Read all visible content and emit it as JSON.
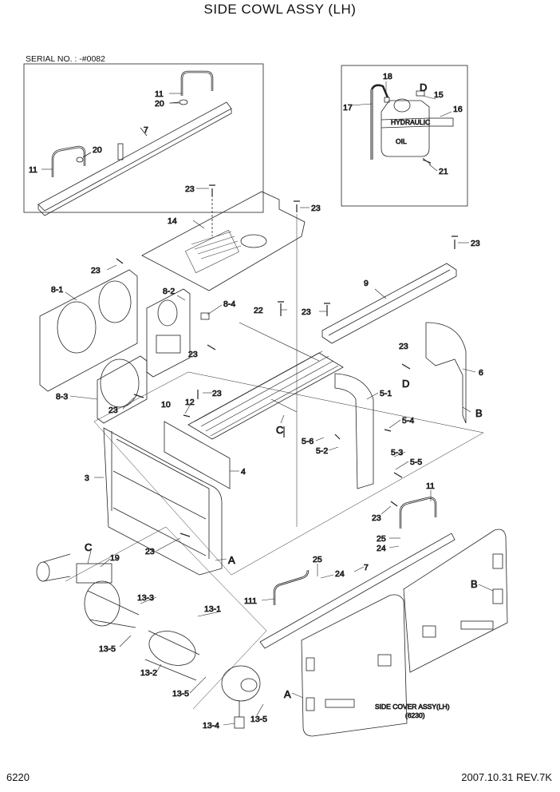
{
  "title": "SIDE COWL ASSY (LH)",
  "serial": "SERIAL NO. : -#0082",
  "page_number": "6220",
  "date_rev": "2007.10.31  REV.7K",
  "note_side_cover": "SIDE COVER ASSY(LH)",
  "note_side_cover_ref": "(6230)",
  "tank_labels": [
    "HYDRAULIC",
    "OIL"
  ],
  "callouts": [
    "11",
    "20",
    "7",
    "20",
    "11",
    "18",
    "D",
    "15",
    "16",
    "17",
    "21",
    "23",
    "14",
    "23",
    "23",
    "23",
    "8-1",
    "8-2",
    "8-4",
    "22",
    "23",
    "9",
    "23",
    "23",
    "6",
    "D",
    "B",
    "8-3",
    "23",
    "12",
    "23",
    "10",
    "C",
    "5-1",
    "5-4",
    "5-6",
    "5-2",
    "5-3",
    "5-5",
    "3",
    "4",
    "11",
    "23",
    "25",
    "24",
    "23",
    "A",
    "C",
    "19",
    "25",
    "24",
    "7",
    "111",
    "13-3",
    "13-1",
    "B",
    "13-5",
    "13-2",
    "13-5",
    "A",
    "13-4",
    "13-5"
  ]
}
